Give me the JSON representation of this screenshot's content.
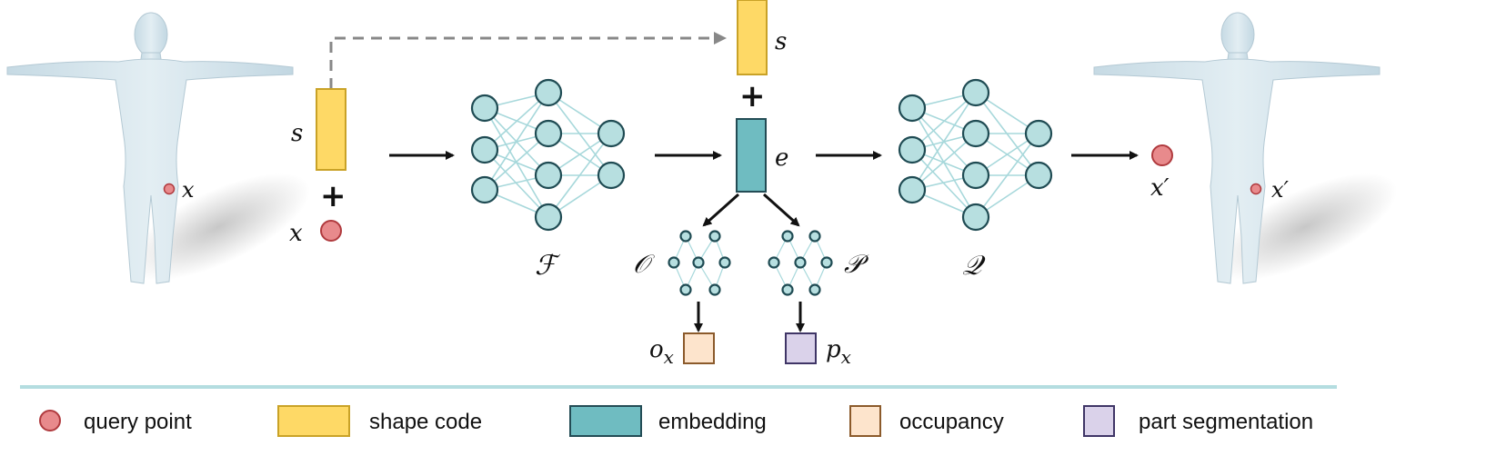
{
  "colors": {
    "query_point_fill": "#e88a8c",
    "query_point_stroke": "#b03a3e",
    "shape_code_fill": "#fed966",
    "shape_code_stroke": "#c9a227",
    "embedding_fill": "#6fbcc1",
    "embedding_stroke": "#234c55",
    "occupancy_fill": "#fde4cc",
    "occupancy_stroke": "#8b5a2b",
    "part_segmentation_fill": "#dad2ea",
    "part_segmentation_stroke": "#3f3566",
    "neuron_fill": "#b7dfe0",
    "neuron_stroke": "#1f4b53",
    "edge": "#a7d8db",
    "body": "#d6e6ee",
    "divider": "#b4dde0",
    "dashed_arrow": "#888888"
  },
  "labels": {
    "x_input": "x",
    "x_on_body": "x",
    "s_input": "s",
    "plus_input": "+",
    "s_top": "s",
    "plus_top": "+",
    "e": "e",
    "F": "ℱ",
    "O": "𝒪",
    "P": "𝒫",
    "Q": "𝒬",
    "o_main": "o",
    "o_sub": "x",
    "p_main": "p",
    "p_sub": "x",
    "x_prime_out": "x′",
    "x_prime_body": "x′"
  },
  "legend": [
    {
      "label": "query point",
      "icon": "query-point-icon"
    },
    {
      "label": "shape code",
      "icon": "shape-code-icon"
    },
    {
      "label": "embedding",
      "icon": "embedding-icon"
    },
    {
      "label": "occupancy",
      "icon": "occupancy-icon"
    },
    {
      "label": "part segmentation",
      "icon": "part-segmentation-icon"
    }
  ]
}
